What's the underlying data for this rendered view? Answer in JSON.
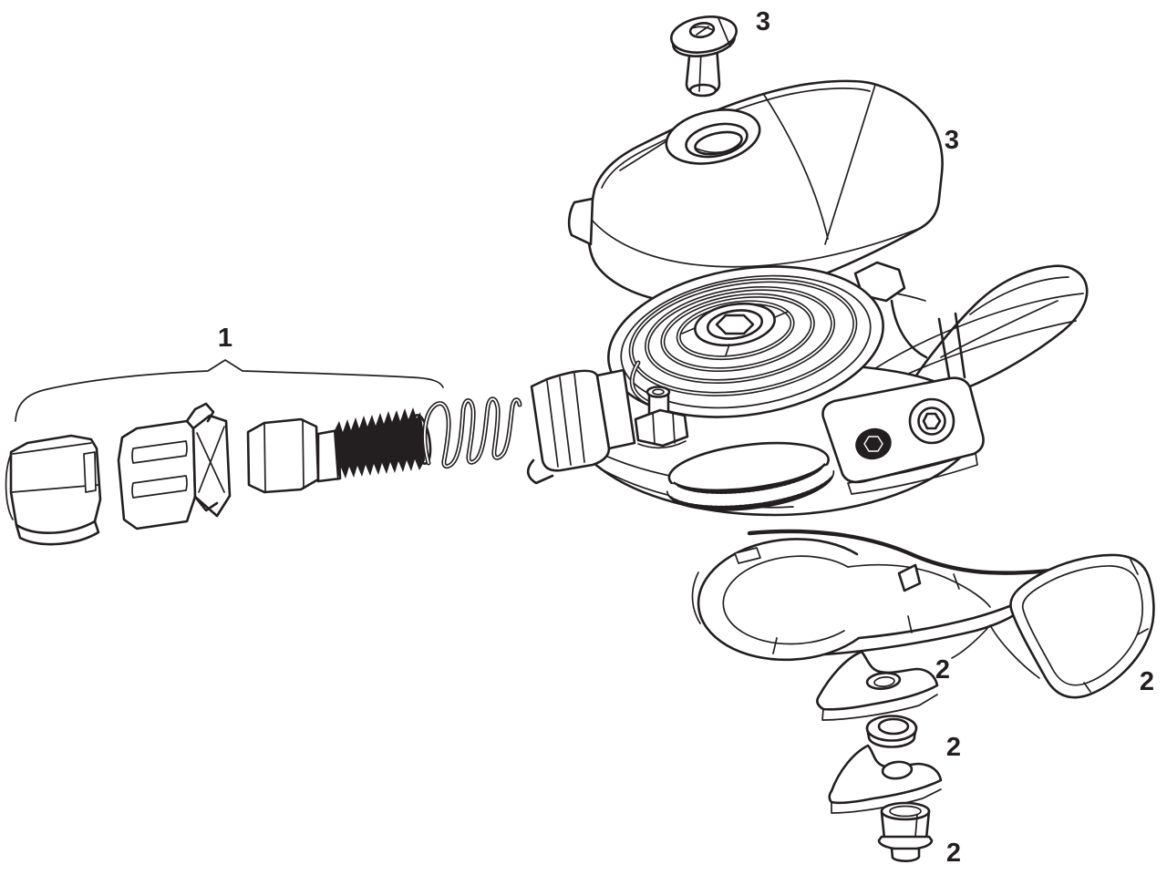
{
  "page": {
    "background_color": "#ffffff",
    "line_color": "#231f20",
    "kind": "exploded parts diagram of a trigger shifter assembly"
  },
  "diagram": {
    "callouts": {
      "adjuster_group": "1",
      "cover_screw": "3",
      "cover": "3",
      "clamp_bracket": "2",
      "clamp_lever": "2",
      "clamp_washer": "2",
      "clamp_bolt": "2"
    }
  }
}
